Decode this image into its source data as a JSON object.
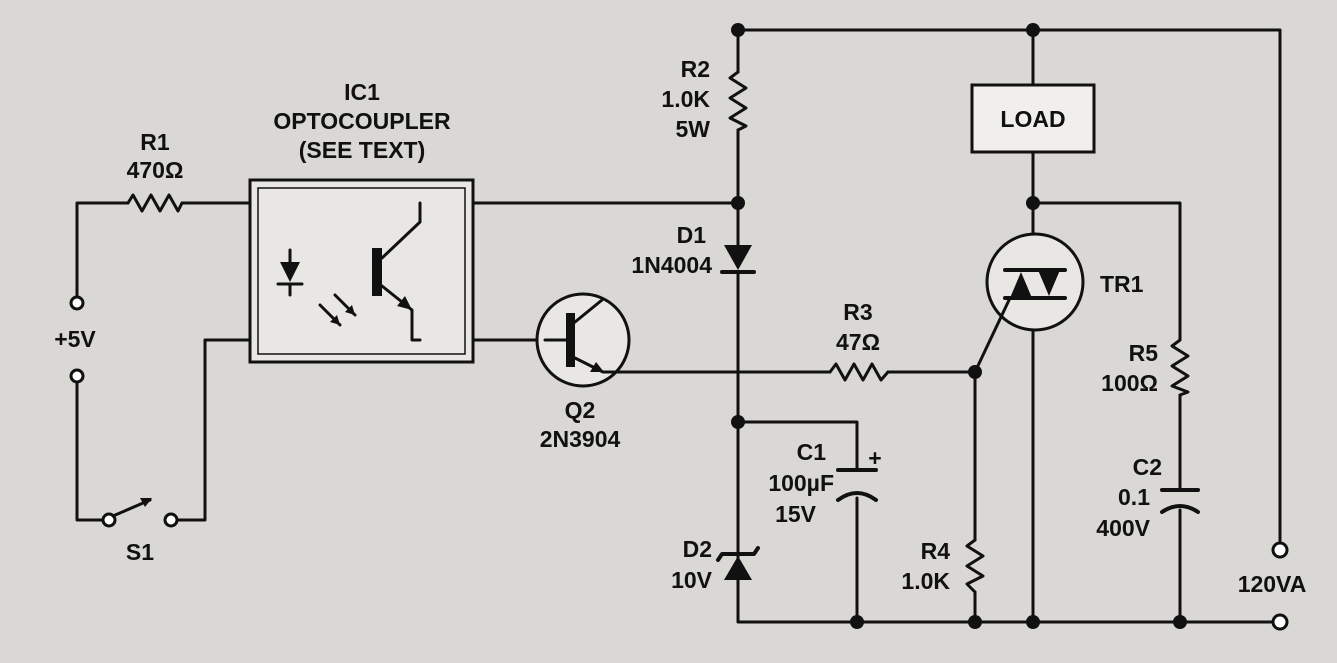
{
  "components": {
    "r1": {
      "ref": "R1",
      "value": "470Ω"
    },
    "ic1": {
      "ref": "IC1",
      "type": "OPTOCOUPLER",
      "note": "(SEE TEXT)"
    },
    "supply": {
      "label": "+5V"
    },
    "s1": {
      "ref": "S1"
    },
    "r2": {
      "ref": "R2",
      "value": "1.0K",
      "rating": "5W"
    },
    "d1": {
      "ref": "D1",
      "part": "1N4004"
    },
    "q2": {
      "ref": "Q2",
      "part": "2N3904"
    },
    "r3": {
      "ref": "R3",
      "value": "47Ω"
    },
    "c1": {
      "ref": "C1",
      "value": "100µF",
      "rating": "15V",
      "polarity": "+"
    },
    "d2": {
      "ref": "D2",
      "value": "10V"
    },
    "r4": {
      "ref": "R4",
      "value": "1.0K"
    },
    "load": {
      "label": "LOAD"
    },
    "tr1": {
      "ref": "TR1"
    },
    "r5": {
      "ref": "R5",
      "value": "100Ω"
    },
    "c2": {
      "ref": "C2",
      "value": "0.1",
      "rating": "400V"
    },
    "mains": {
      "label": "120VA"
    }
  }
}
